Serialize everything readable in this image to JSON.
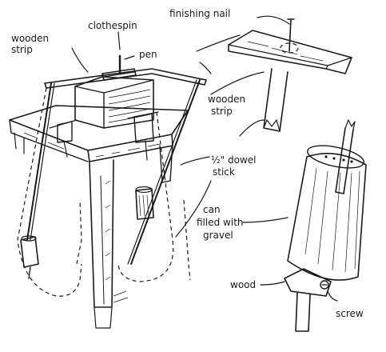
{
  "labels": {
    "finishing_nail": "finishing nail",
    "clothespin": "clothespin",
    "wooden_strip_top": "wooden",
    "wooden_strip_top_2": "strip",
    "pen": "pen",
    "wooden_strip_right": "wooden",
    "wooden_strip_right_2": "strip",
    "dowel_1": "½\" dowel",
    "dowel_2": "stick",
    "can_1": "can",
    "can_2": "filled with",
    "can_3": "gravel",
    "wood": "wood",
    "screw": "screw"
  }
}
